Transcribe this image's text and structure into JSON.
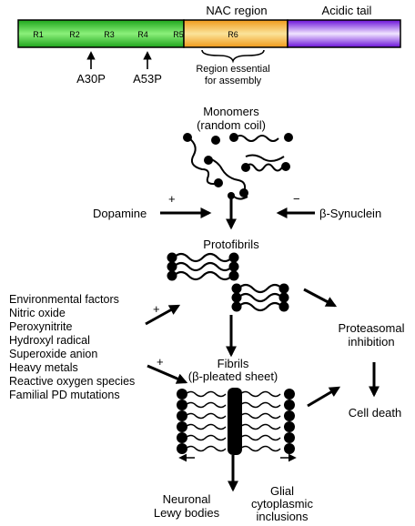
{
  "colors": {
    "green": "#2ec82a",
    "yellow": "#f6b93b",
    "purple": "#7b22e8"
  },
  "domain_bar": {
    "region_labels": [
      "R1",
      "R2",
      "R3",
      "R4",
      "R5",
      "R6"
    ],
    "nac_region": "NAC region",
    "acidic_tail": "Acidic tail",
    "region_note_line1": "Region essential",
    "region_note_line2": "for assembly",
    "mutation_1": "A30P",
    "mutation_2": "A53P"
  },
  "pathway": {
    "monomers_line1": "Monomers",
    "monomers_line2": "(random coil)",
    "dopamine": "Dopamine",
    "plus_sign": "+",
    "minus_sign": "−",
    "beta_synuclein": "β-Synuclein",
    "protofibrils": "Protofibrils",
    "fibrils_line1": "Fibrils",
    "fibrils_line2": "(β-pleated sheet)",
    "proteasomal_line1": "Proteasomal",
    "proteasomal_line2": "inhibition",
    "cell_death": "Cell death",
    "neuronal_line1": "Neuronal",
    "neuronal_line2": "Lewy bodies",
    "glial_line1": "Glial",
    "glial_line2": "cytoplasmic",
    "glial_line3": "inclusions"
  },
  "factors": [
    "Environmental factors",
    "Nitric oxide",
    "Peroxynitrite",
    "Hydroxyl radical",
    "Superoxide anion",
    "Heavy metals",
    "Reactive oxygen species",
    "Familial PD mutations"
  ]
}
